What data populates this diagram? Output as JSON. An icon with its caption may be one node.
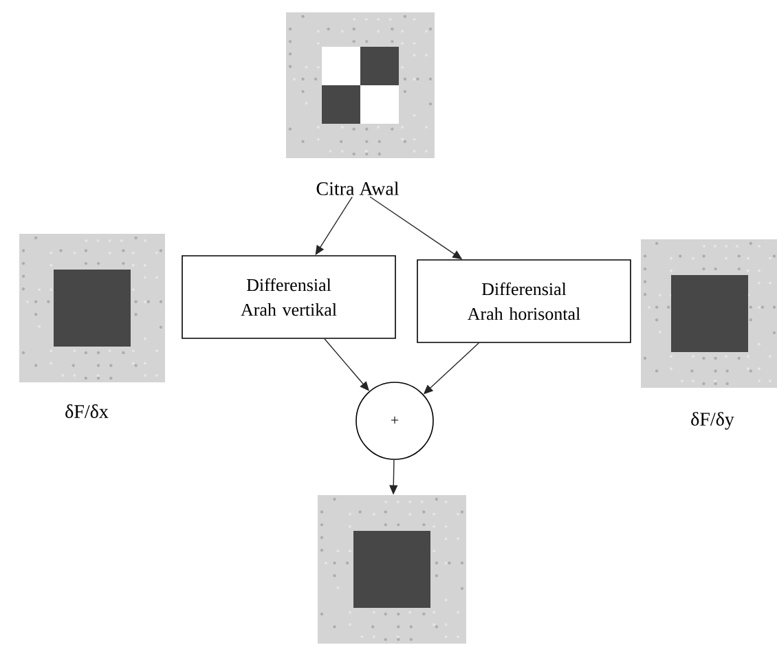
{
  "diagram": {
    "nodes": [
      {
        "text": [
          "Citra Awal"
        ]
      },
      {
        "text": [
          "δF/δx"
        ]
      },
      {
        "text": [
          "Differensial Arah vertikal"
        ]
      },
      {
        "text": [
          "Differensial Arah horisontal"
        ]
      },
      {
        "text": [
          "δF/δy"
        ]
      },
      {
        "text": [
          "+"
        ]
      },
      {
        "text": [],
        "shape": "picture"
      }
    ],
    "edges": [
      {
        "from": 0,
        "to": 2,
        "arrow": "to"
      },
      {
        "from": 0,
        "to": 3,
        "arrow": "to"
      },
      {
        "from": 2,
        "to": 5,
        "arrow": "to"
      },
      {
        "from": 3,
        "to": 5,
        "arrow": "to"
      },
      {
        "from": 5,
        "to": 6,
        "arrow": "to"
      }
    ]
  }
}
